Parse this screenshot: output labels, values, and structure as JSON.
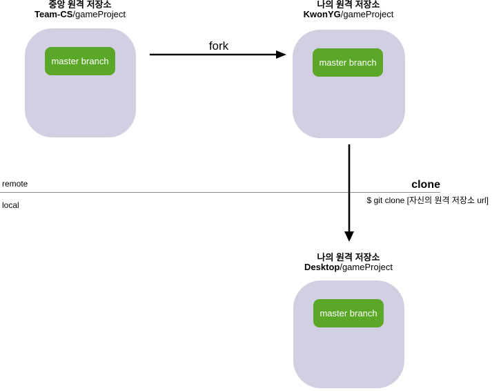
{
  "diagram": {
    "nodes": {
      "central": {
        "title": "중앙 원격 저장소",
        "owner": "Team-CS",
        "repo": "/gameProject",
        "branch": "master branch"
      },
      "my_remote": {
        "title": "나의 원격 저장소",
        "owner": "KwonYG",
        "repo": "/gameProject",
        "branch": "master branch"
      },
      "my_local": {
        "title": "나의 원격 저장소",
        "owner": "Desktop",
        "repo": "/gameProject",
        "branch": "master branch"
      }
    },
    "arrows": {
      "fork": {
        "label": "fork"
      },
      "clone": {
        "label": "clone",
        "command": "$ git clone [자신의 원격 저장소 url]"
      }
    },
    "zones": {
      "remote": "remote",
      "local": "local"
    },
    "colors": {
      "repo_box_fill": "#d2cfe2",
      "branch_pill_fill": "#5ba728",
      "branch_pill_text": "#ffffff",
      "arrow": "#000000",
      "divider": "#8c8c8c",
      "text": "#000000"
    }
  }
}
